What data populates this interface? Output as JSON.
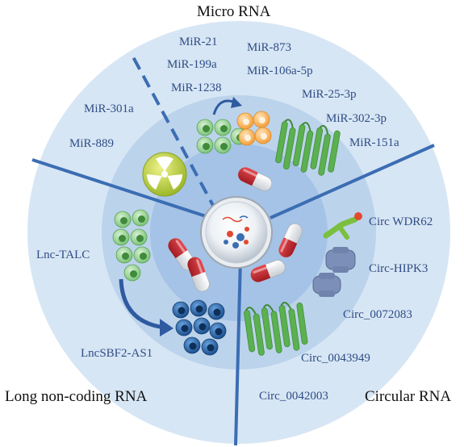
{
  "sections": {
    "micro_rna": {
      "title": "Micro RNA",
      "labels": [
        "MiR-21",
        "MiR-199a",
        "MiR-1238",
        "MiR-873",
        "MiR-106a-5p",
        "MiR-25-3p",
        "MiR-302-3p",
        "MiR-151a",
        "MiR-301a",
        "MiR-889"
      ]
    },
    "long_noncoding_rna": {
      "title": "Long non-coding RNA",
      "labels": [
        "Lnc-TALC",
        "LncSBF2-AS1"
      ]
    },
    "circular_rna": {
      "title": "Circular RNA",
      "labels": [
        "Circ WDR62",
        "Circ-HIPK3",
        "Circ_0072083",
        "Circ_0043949",
        "Circ_0042003"
      ]
    }
  },
  "colors": {
    "outer_ring": "#d7e6f4",
    "middle_ring": "#bcd3ec",
    "inner_ring": "#a5c3e6",
    "divider": "#3b6db3",
    "label_text": "#2f4d86",
    "title_text": "#111111",
    "green_cell": "#7cc47a",
    "orange_cell": "#f5a13a",
    "blue_cell": "#1f5fa8",
    "receptor_green": "#5bb04f",
    "radiation_yellow": "#c9d63a",
    "capsule_red": "#c2262e"
  },
  "icons": [
    "radiation-icon",
    "capsule-icon",
    "receptor-icon",
    "cell-cluster-icon",
    "exosome-icon",
    "transport-arrow-icon"
  ]
}
